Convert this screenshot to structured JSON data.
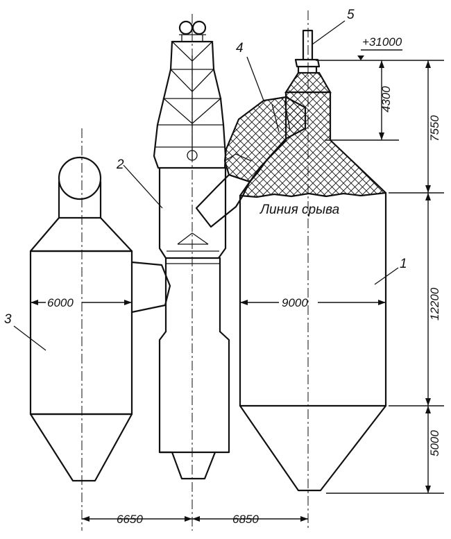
{
  "labels": {
    "unit_1": "1",
    "unit_2": "2",
    "unit_3": "3",
    "unit_4": "4",
    "unit_5": "5",
    "break_line": "Линия срыва"
  },
  "dimensions": {
    "elevation": "+31000",
    "d_4300": "4300",
    "d_7550": "7550",
    "d_12200": "12200",
    "d_5000": "5000",
    "d_6000": "6000",
    "d_9000": "9000",
    "d_6650": "6650",
    "d_6850": "6850"
  }
}
